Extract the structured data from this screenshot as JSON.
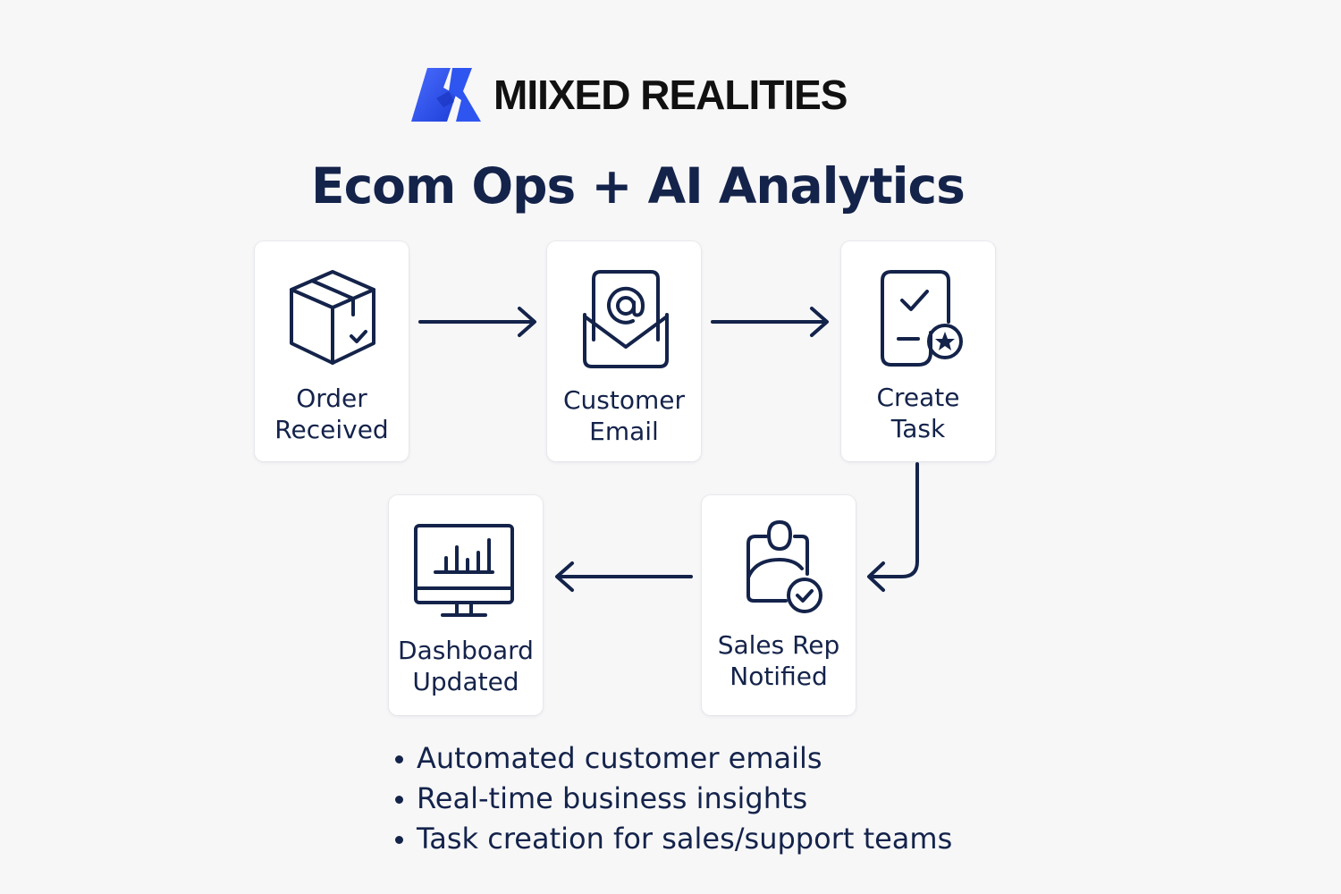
{
  "brand": {
    "name": "MIIXED REALITIES",
    "accent_color": "#2f55f0",
    "logo_icon": "stylized-m-logo"
  },
  "title": "Ecom Ops + AI Analytics",
  "colors": {
    "text": "#14234a",
    "card_background": "#ffffff",
    "page_background": "#f7f7f8"
  },
  "steps": [
    {
      "line1": "Order",
      "line2": "Received",
      "icon": "box-check-icon"
    },
    {
      "line1": "Customer",
      "line2": "Email",
      "icon": "email-envelope-icon"
    },
    {
      "line1": "Create",
      "line2": "Task",
      "icon": "task-document-star-icon"
    },
    {
      "line1": "Sales Rep",
      "line2": "Notified",
      "icon": "user-check-icon"
    },
    {
      "line1": "Dashboard",
      "line2": "Updated",
      "icon": "monitor-chart-icon"
    }
  ],
  "bullets": [
    "Automated customer emails",
    "Real-time business insights",
    "Task creation for sales/support teams"
  ]
}
